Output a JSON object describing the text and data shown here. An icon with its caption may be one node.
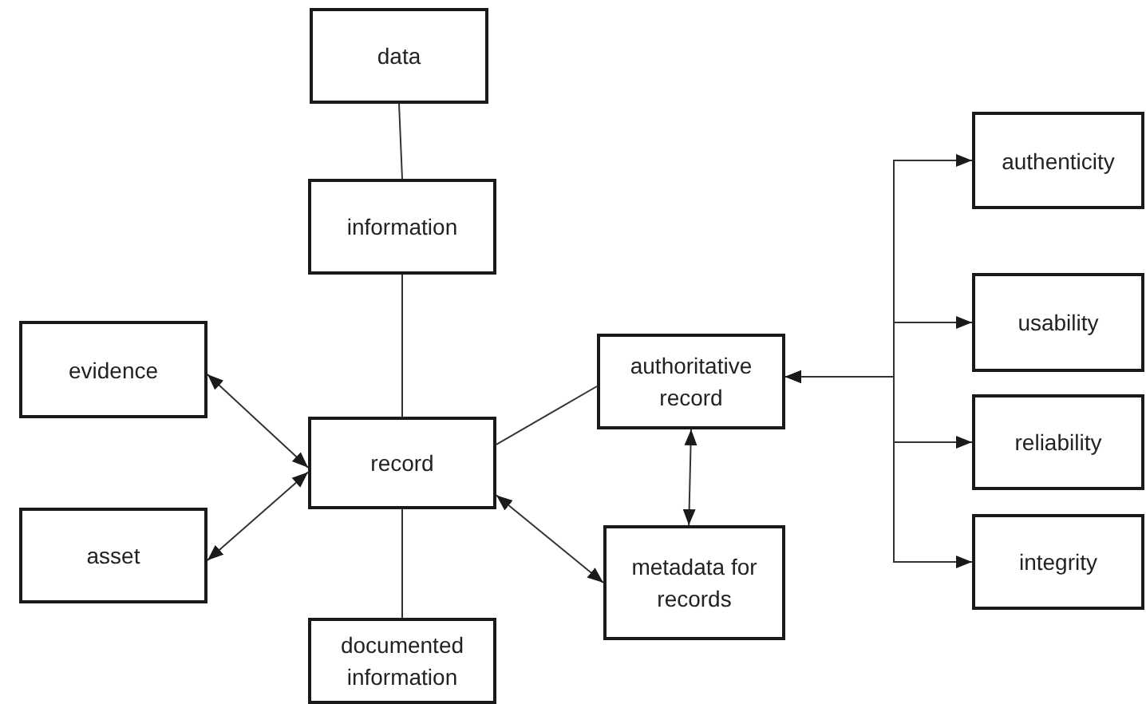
{
  "diagram": {
    "nodes": [
      {
        "text": [
          "data"
        ]
      },
      {
        "text": [
          "information"
        ]
      },
      {
        "text": [
          "evidence"
        ]
      },
      {
        "text": [
          "record"
        ]
      },
      {
        "text": [
          "authoritative record"
        ]
      },
      {
        "text": [
          "asset"
        ]
      },
      {
        "text": [
          "metadata for records"
        ]
      },
      {
        "text": [
          "documented information"
        ]
      },
      {
        "text": [
          "authenticity"
        ]
      },
      {
        "text": [
          "usability"
        ]
      },
      {
        "text": [
          "reliability"
        ]
      },
      {
        "text": [
          "integrity"
        ]
      }
    ],
    "edges": [
      {
        "from": 0,
        "to": 1,
        "arrow": "none"
      },
      {
        "from": 1,
        "to": 3,
        "arrow": "none"
      },
      {
        "from": 2,
        "to": 3,
        "arrow": "both"
      },
      {
        "from": 5,
        "to": 3,
        "arrow": "both"
      },
      {
        "from": 3,
        "to": 7,
        "arrow": "none"
      },
      {
        "from": 3,
        "to": 4,
        "arrow": "none"
      },
      {
        "from": 3,
        "to": 6,
        "arrow": "both"
      },
      {
        "from": 4,
        "to": 6,
        "arrow": "both"
      },
      {
        "from": 4,
        "to": 8,
        "arrow": "both"
      },
      {
        "from": 4,
        "to": 9,
        "arrow": "both"
      },
      {
        "from": 4,
        "to": 10,
        "arrow": "both"
      },
      {
        "from": 4,
        "to": 11,
        "arrow": "both"
      }
    ]
  }
}
